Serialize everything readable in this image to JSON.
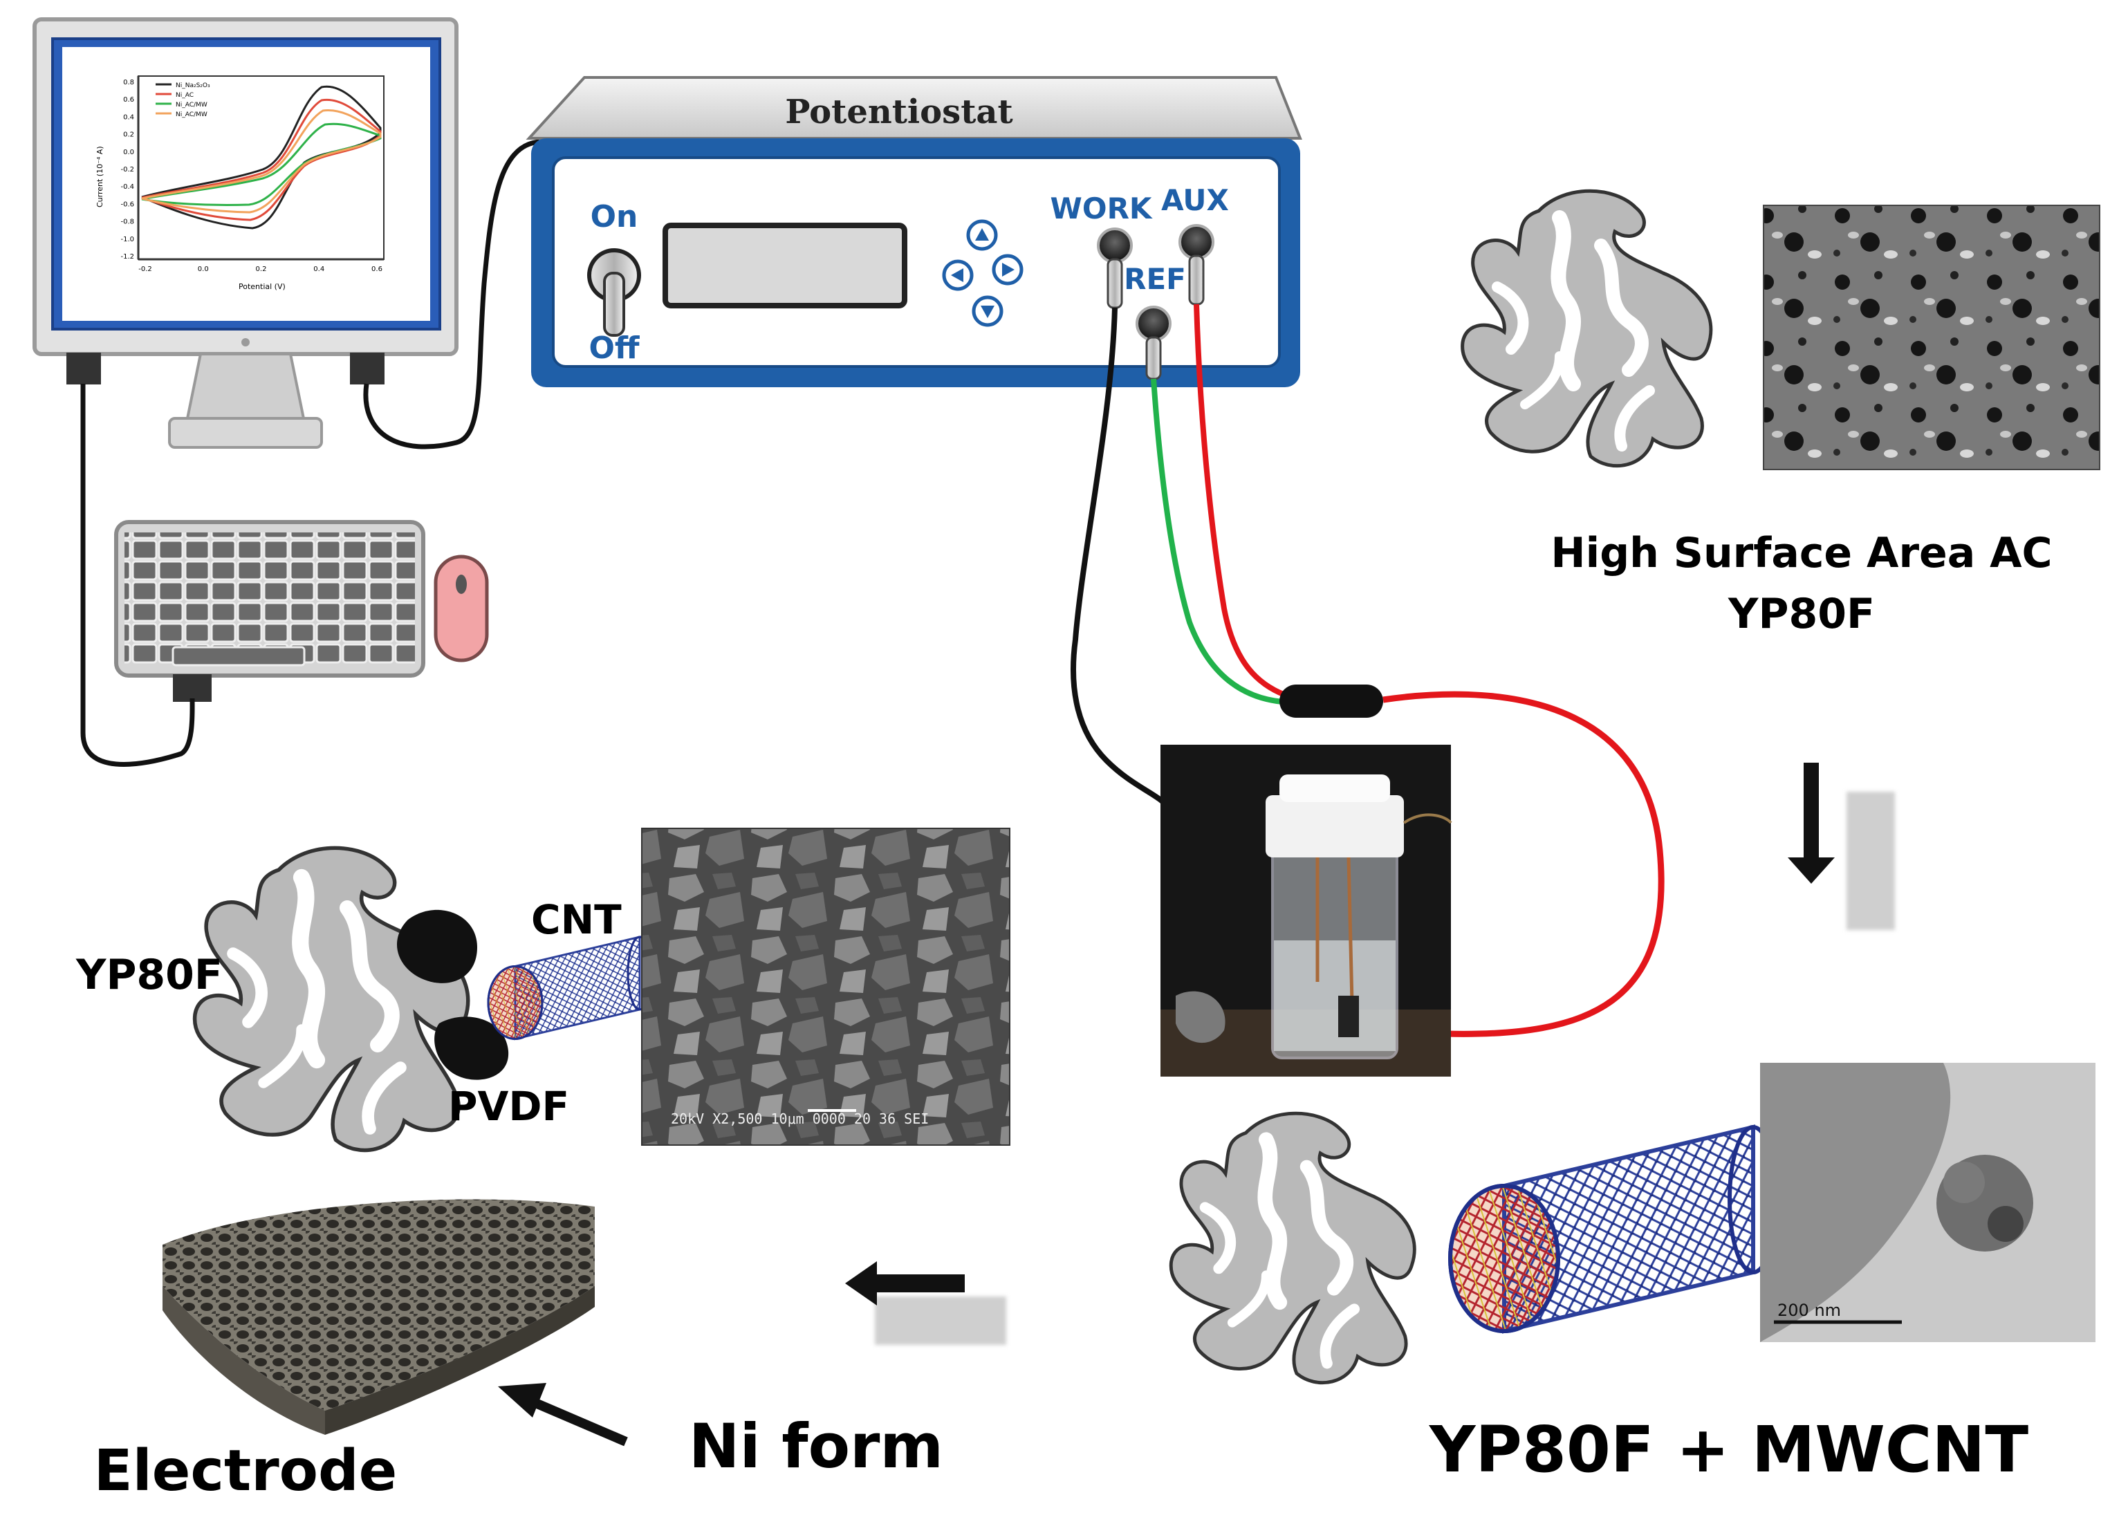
{
  "potentiostat": {
    "title": "Potentiostat",
    "switch_on": "On",
    "switch_off": "Off",
    "port_work": "WORK",
    "port_aux": "AUX",
    "port_ref": "REF"
  },
  "labels": {
    "high_surface_line1": "High Surface  Area AC",
    "high_surface_line2": "YP80F",
    "mixture": "YP80F + MWCNT",
    "ni_form": "Ni form",
    "electrode": "Electrode",
    "yp80f": "YP80F",
    "cnt": "CNT",
    "pvdf": "PVDF"
  },
  "micrographs": {
    "sem_info": "20kV   X2,500   10μm  0000 20 36 SEI",
    "tem_scale": "200 nm"
  },
  "cv_plot": {
    "ylabel": "Current (10⁻⁴ A)",
    "xlabel": "Potential (V)",
    "xticks": [
      "-0.2",
      "0.0",
      "0.2",
      "0.4",
      "0.6"
    ],
    "yticks": [
      "0.8",
      "0.6",
      "0.4",
      "0.2",
      "0.0",
      "-0.2",
      "-0.4",
      "-0.6",
      "-0.8",
      "-1.0",
      "-1.2"
    ],
    "legend": [
      "Ni_Na₂S₂O₃",
      "Ni_AC",
      "Ni_AC/MW",
      "Ni_AC/MW"
    ],
    "colors": {
      "black": "#222222",
      "red": "#e04a3a",
      "green": "#2fb24a",
      "orange": "#f2a35c"
    }
  },
  "colors": {
    "panel_blue": "#1f5fa8",
    "particle_gray": "#b9b9b9",
    "wire_red": "#e3161b",
    "wire_green": "#21b24b",
    "wire_black": "#111111"
  }
}
